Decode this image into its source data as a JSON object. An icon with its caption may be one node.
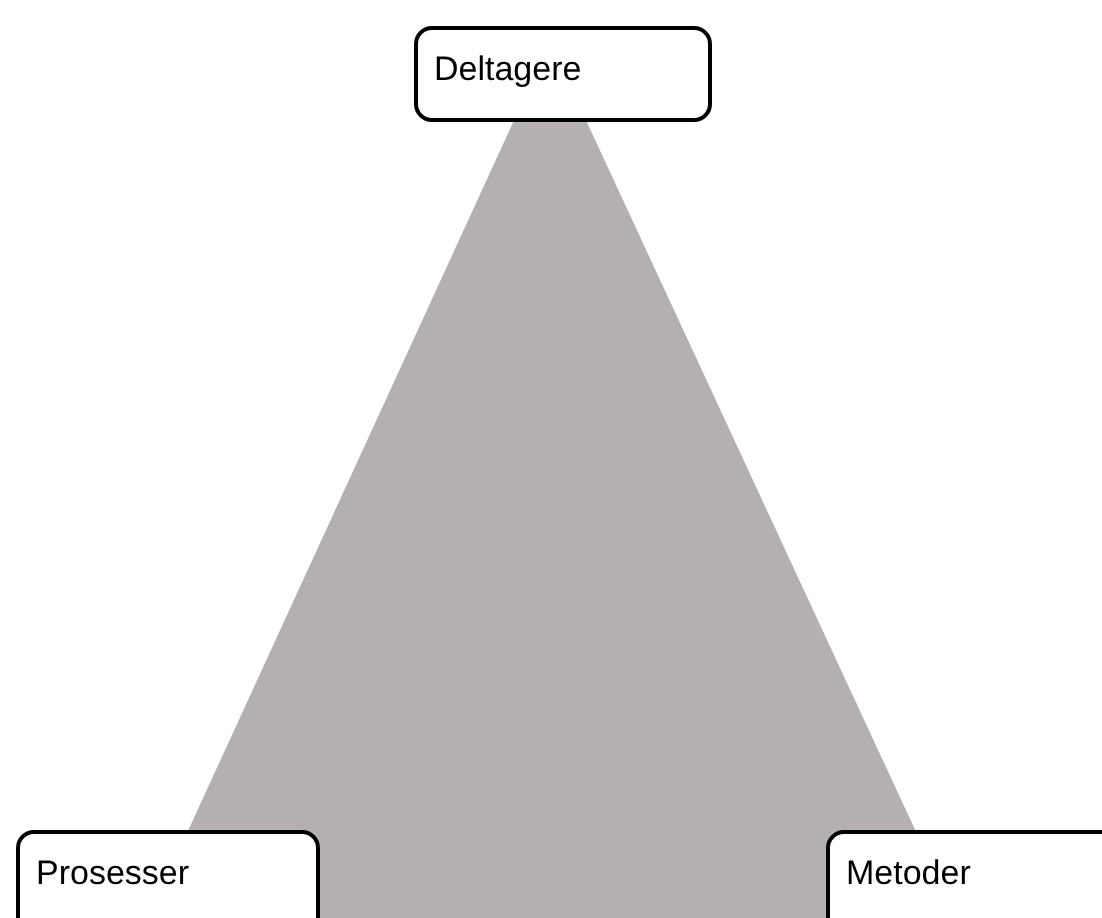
{
  "diagram": {
    "nodes": [
      {
        "text": [
          "Deltagere"
        ]
      },
      {
        "text": [
          "Prosesser"
        ]
      },
      {
        "text": [
          "Metoder"
        ]
      }
    ]
  }
}
